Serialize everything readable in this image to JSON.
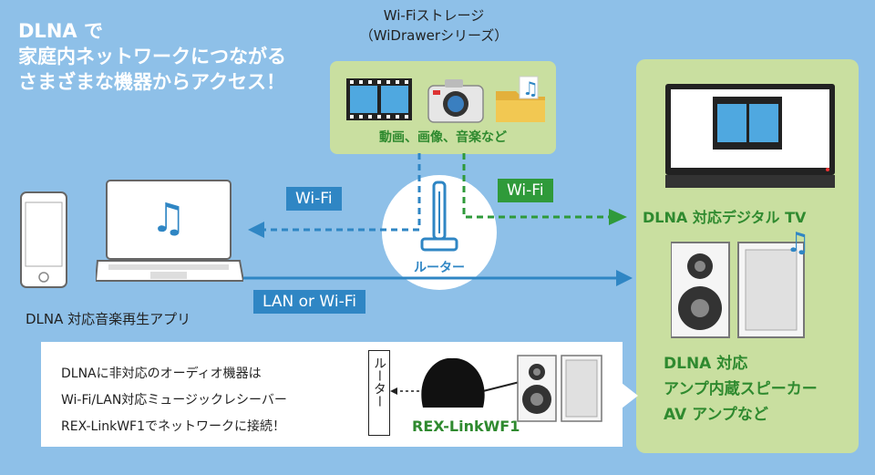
{
  "headline": {
    "line1": "DLNA で",
    "line2": "家庭内ネットワークにつながる",
    "line3": "さまざまな機器からアクセス！"
  },
  "storage": {
    "title_line1": "Wi-Fiストレージ",
    "title_line2": "（WiDrawerシリーズ）",
    "caption": "動画、画像、音楽など"
  },
  "router": {
    "label": "ルーター"
  },
  "links": {
    "wifi_left": "Wi-Fi",
    "wifi_right": "Wi-Fi",
    "lan": "LAN or Wi-Fi"
  },
  "client": {
    "label": "DLNA 対応音楽再生アプリ"
  },
  "tv": {
    "label": "DLNA 対応デジタル TV"
  },
  "speaker": {
    "line1": "DLNA 対応",
    "line2": "アンプ内蔵スピーカー",
    "line3": "AV アンプなど"
  },
  "callout": {
    "line1": "DLNAに非対応のオーディオ機器は",
    "line2": "Wi-Fi/LAN対応ミュージックレシーバー",
    "line3": "REX-LinkWF1でネットワークに接続！",
    "router_label": "ルーター",
    "device_label": "REX-LinkWF1"
  },
  "colors": {
    "background": "#8ec0e8",
    "panel": "#c9dfa0",
    "blue_link": "#2f86c4",
    "green_link": "#2f9a3a",
    "headline": "#ffffff"
  }
}
